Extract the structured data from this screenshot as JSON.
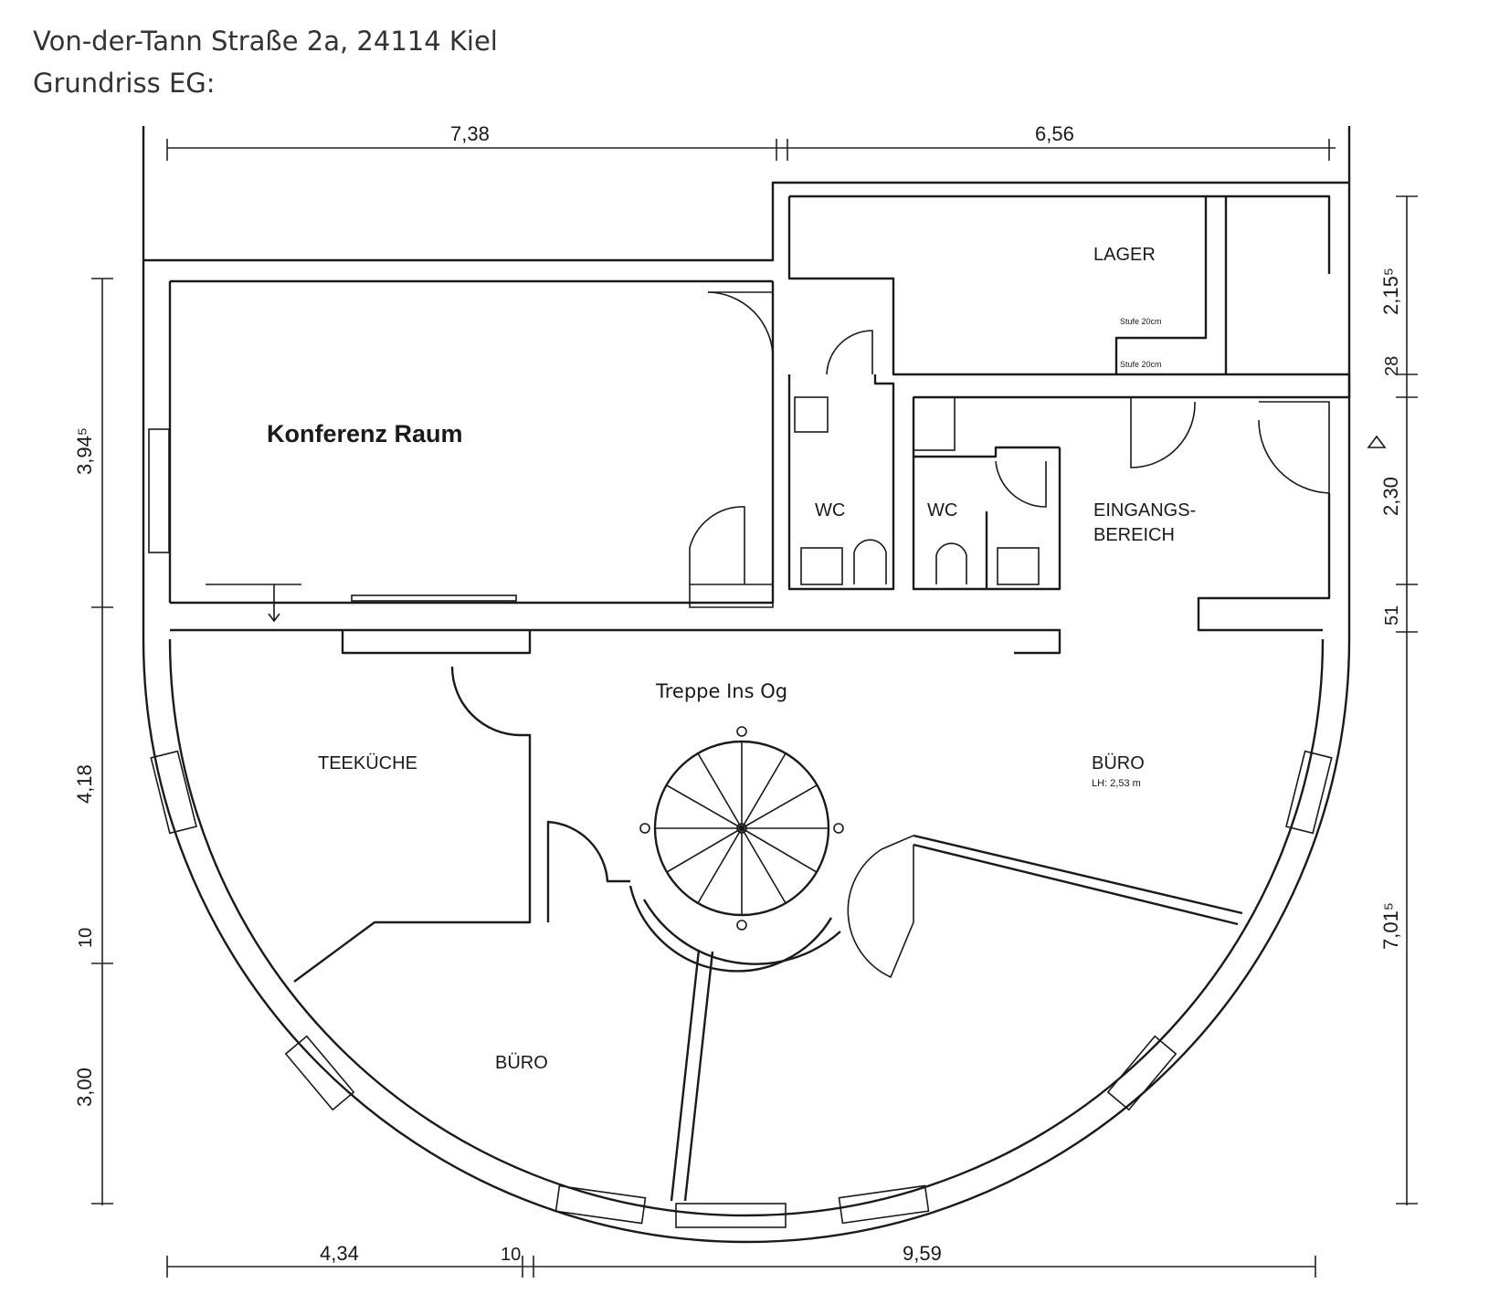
{
  "header": {
    "address": "Von-der-Tann Straße 2a, 24114 Kiel",
    "subtitle": "Grundriss EG:"
  },
  "rooms": {
    "konferenz": "Konferenz Raum",
    "lager": "LAGER",
    "wc1": "WC",
    "wc2": "WC",
    "eingang_line1": "EINGANGS-",
    "eingang_line2": "BEREICH",
    "treppe": "Treppe Ins Og",
    "teekueche": "TEEKÜCHE",
    "buero_right": "BÜRO",
    "buero_right_note": "LH: 2,53 m",
    "buero_bottom": "BÜRO",
    "stufe1": "Stufe 20cm",
    "stufe2": "Stufe 20cm"
  },
  "dimensions": {
    "top_left": "7,38",
    "top_right": "6,56",
    "left_upper": "3,94⁵",
    "left_middle": "4,18",
    "left_small": "10",
    "left_lower": "3,00",
    "right_top": "2,15⁵",
    "right_small": "28",
    "right_middle": "2,30",
    "right_lower_small": "51",
    "right_bottom": "7,01⁵",
    "bottom_left": "4,34",
    "bottom_small": "10",
    "bottom_right": "9,59"
  }
}
